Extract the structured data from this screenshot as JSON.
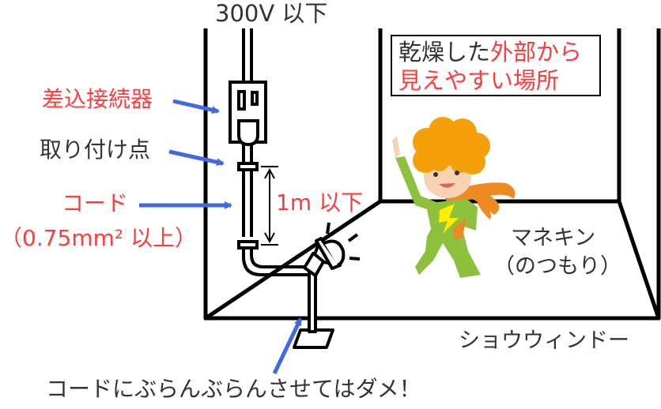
{
  "diagram": {
    "title_voltage": "300V 以下",
    "labels": {
      "connector": "差込接続器",
      "attachment_point": "取り付け点",
      "cord": "コード",
      "cord_spec": "（0.75mm² 以上）",
      "length_limit": "1m 以下",
      "mannequin": "マネキン",
      "mannequin_note": "（のつもり）",
      "show_window": "ショウウィンドー",
      "warning": "コードにぶらんぶらんさせてはダメ！"
    },
    "location_box": {
      "line1_black": "乾燥した",
      "line1_red": "外部から",
      "line2_red": "見えやすい場所"
    },
    "colors": {
      "text_dark": "#333333",
      "text_red": "#ff3b3b",
      "arrow_blue": "#4169e1",
      "line": "#000000",
      "hair_orange": "#f5a00a",
      "suit_green": "#8dc03c",
      "scarf_orange": "#ee8a22",
      "skin": "#f6d3b3",
      "yellow": "#ffee00"
    },
    "icons": [
      "plug-connector-icon",
      "spotlight-icon",
      "mannequin-figure",
      "dimension-arrow-icon"
    ]
  }
}
